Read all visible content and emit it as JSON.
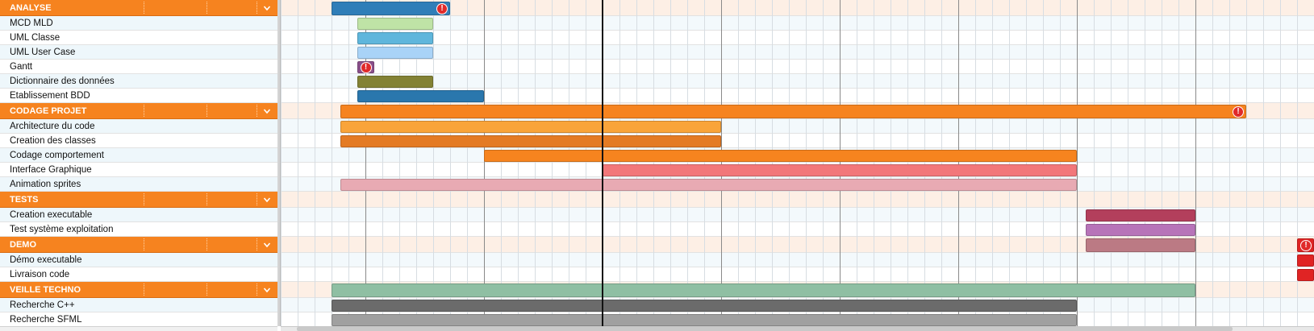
{
  "rows": [
    {
      "type": "group",
      "label": "ANALYSE",
      "color": "#f6831f"
    },
    {
      "type": "task",
      "label": "MCD MLD"
    },
    {
      "type": "task",
      "label": "UML Classe"
    },
    {
      "type": "task",
      "label": "UML User Case"
    },
    {
      "type": "task",
      "label": "Gantt"
    },
    {
      "type": "task",
      "label": "Dictionnaire des données"
    },
    {
      "type": "task",
      "label": "Etablissement BDD"
    },
    {
      "type": "group",
      "label": "CODAGE PROJET",
      "color": "#f6831f"
    },
    {
      "type": "task",
      "label": "Architecture du code"
    },
    {
      "type": "task",
      "label": "Creation des classes"
    },
    {
      "type": "task",
      "label": "Codage comportement"
    },
    {
      "type": "task",
      "label": "Interface Graphique"
    },
    {
      "type": "task",
      "label": "Animation sprites"
    },
    {
      "type": "group",
      "label": "TESTS",
      "color": "#f6831f"
    },
    {
      "type": "task",
      "label": "Creation executable"
    },
    {
      "type": "task",
      "label": "Test système exploitation"
    },
    {
      "type": "group",
      "label": "DEMO",
      "color": "#f6831f"
    },
    {
      "type": "task",
      "label": "Démo executable"
    },
    {
      "type": "task",
      "label": "Livraison code"
    },
    {
      "type": "group",
      "label": "VEILLE TECHNO",
      "color": "#f6831f"
    },
    {
      "type": "task",
      "label": "Recherche C++"
    },
    {
      "type": "task",
      "label": "Recherche SFML"
    }
  ],
  "bars": [
    {
      "row": 0,
      "start": 3,
      "end": 10,
      "color": "#2f7eb8",
      "warning": true
    },
    {
      "row": 1,
      "start": 4.5,
      "end": 9,
      "color": "#bfe3a6"
    },
    {
      "row": 2,
      "start": 4.5,
      "end": 9,
      "color": "#5fb6dc"
    },
    {
      "row": 3,
      "start": 4.5,
      "end": 9,
      "color": "#a9d3f7"
    },
    {
      "row": 4,
      "start": 4.5,
      "end": 5.5,
      "color": "#8a4f8a",
      "warning": true
    },
    {
      "row": 5,
      "start": 4.5,
      "end": 9,
      "color": "#838234"
    },
    {
      "row": 6,
      "start": 4.5,
      "end": 12,
      "color": "#2a77ad"
    },
    {
      "row": 7,
      "start": 3.5,
      "end": 57,
      "color": "#f6831f",
      "warning": true
    },
    {
      "row": 8,
      "start": 3.5,
      "end": 26,
      "color": "#f9a43a"
    },
    {
      "row": 9,
      "start": 3.5,
      "end": 26,
      "color": "#e47b24"
    },
    {
      "row": 10,
      "start": 12,
      "end": 47,
      "color": "#f6841f"
    },
    {
      "row": 11,
      "start": 19,
      "end": 47,
      "color": "#f2777a"
    },
    {
      "row": 12,
      "start": 3.5,
      "end": 47,
      "color": "#e8aab3"
    },
    {
      "row": 14,
      "start": 47.5,
      "end": 54,
      "color": "#b33f5c"
    },
    {
      "row": 15,
      "start": 47.5,
      "end": 54,
      "color": "#b774b9"
    },
    {
      "row": 16,
      "start": 47.5,
      "end": 54,
      "color": "#bb7a84"
    },
    {
      "row": 16,
      "start": 60,
      "end": 61,
      "color": "#e02424",
      "warning": true
    },
    {
      "row": 17,
      "start": 60,
      "end": 61,
      "color": "#e02424"
    },
    {
      "row": 18,
      "start": 60,
      "end": 61,
      "color": "#e02424"
    },
    {
      "row": 19,
      "start": 3,
      "end": 54,
      "color": "#8fbfa3"
    },
    {
      "row": 20,
      "start": 3,
      "end": 47,
      "color": "#6b6b6b"
    },
    {
      "row": 21,
      "start": 3,
      "end": 47,
      "color": "#a0a0a0"
    }
  ],
  "today_col": 19
}
